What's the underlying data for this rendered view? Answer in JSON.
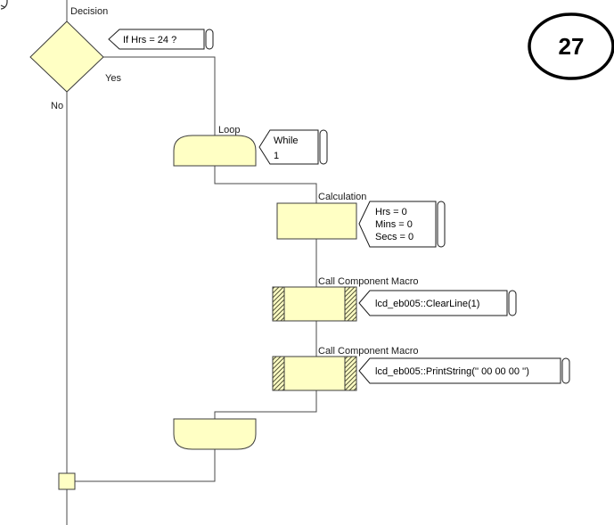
{
  "page": {
    "badge_number": "27"
  },
  "colors": {
    "shape_fill": "#ffffc4",
    "shape_border": "#3c3c3c",
    "flag_fill": "#ffffff",
    "flag_border": "#1a1a1a",
    "connector": "#4a4a4a",
    "hatch_line": "#55553a"
  },
  "decision": {
    "type_label": "Decision",
    "annotation": "If  Hrs = 24 ?",
    "yes_label": "Yes",
    "no_label": "No"
  },
  "loop": {
    "type_label": "Loop",
    "annotation_lines": [
      "While",
      "1"
    ]
  },
  "calculation": {
    "type_label": "Calculation",
    "annotation_lines": [
      "Hrs = 0",
      "Mins = 0",
      "Secs = 0"
    ]
  },
  "macro_clearline": {
    "type_label": "Call Component Macro",
    "annotation": "lcd_eb005::ClearLine(1)"
  },
  "macro_printstring": {
    "type_label": "Call Component Macro",
    "annotation": "lcd_eb005::PrintString('' 00  00  00   '')"
  }
}
